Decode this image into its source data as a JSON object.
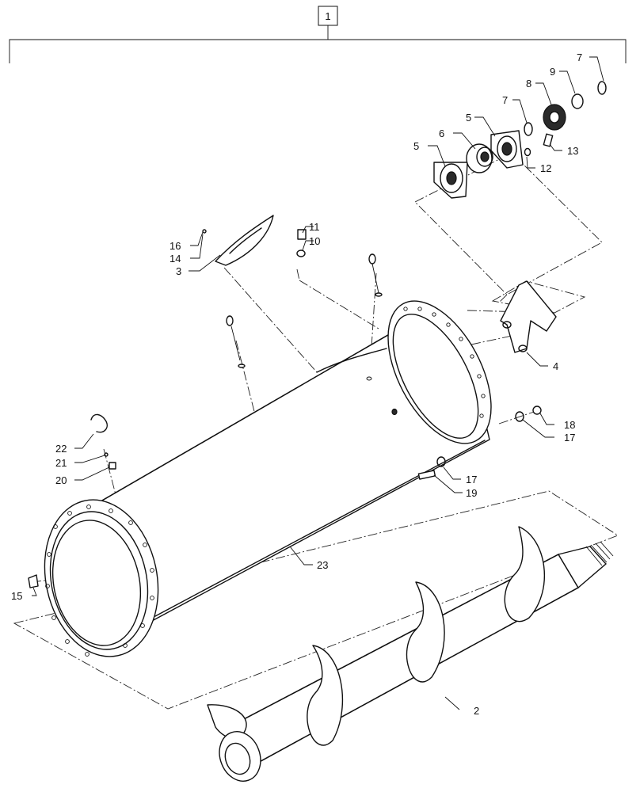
{
  "assembly_label": "1",
  "callouts": [
    {
      "id": "c2",
      "text": "2"
    },
    {
      "id": "c3",
      "text": "3"
    },
    {
      "id": "c4",
      "text": "4"
    },
    {
      "id": "c5a",
      "text": "5"
    },
    {
      "id": "c5b",
      "text": "5"
    },
    {
      "id": "c6",
      "text": "6"
    },
    {
      "id": "c7a",
      "text": "7"
    },
    {
      "id": "c7b",
      "text": "7"
    },
    {
      "id": "c8",
      "text": "8"
    },
    {
      "id": "c9",
      "text": "9"
    },
    {
      "id": "c10",
      "text": "10"
    },
    {
      "id": "c11",
      "text": "11"
    },
    {
      "id": "c12",
      "text": "12"
    },
    {
      "id": "c13",
      "text": "13"
    },
    {
      "id": "c14",
      "text": "14"
    },
    {
      "id": "c15",
      "text": "15"
    },
    {
      "id": "c16",
      "text": "16"
    },
    {
      "id": "c17a",
      "text": "17"
    },
    {
      "id": "c17b",
      "text": "17"
    },
    {
      "id": "c18",
      "text": "18"
    },
    {
      "id": "c19",
      "text": "19"
    },
    {
      "id": "c20",
      "text": "20"
    },
    {
      "id": "c21",
      "text": "21"
    },
    {
      "id": "c22",
      "text": "22"
    },
    {
      "id": "c23",
      "text": "23"
    }
  ]
}
